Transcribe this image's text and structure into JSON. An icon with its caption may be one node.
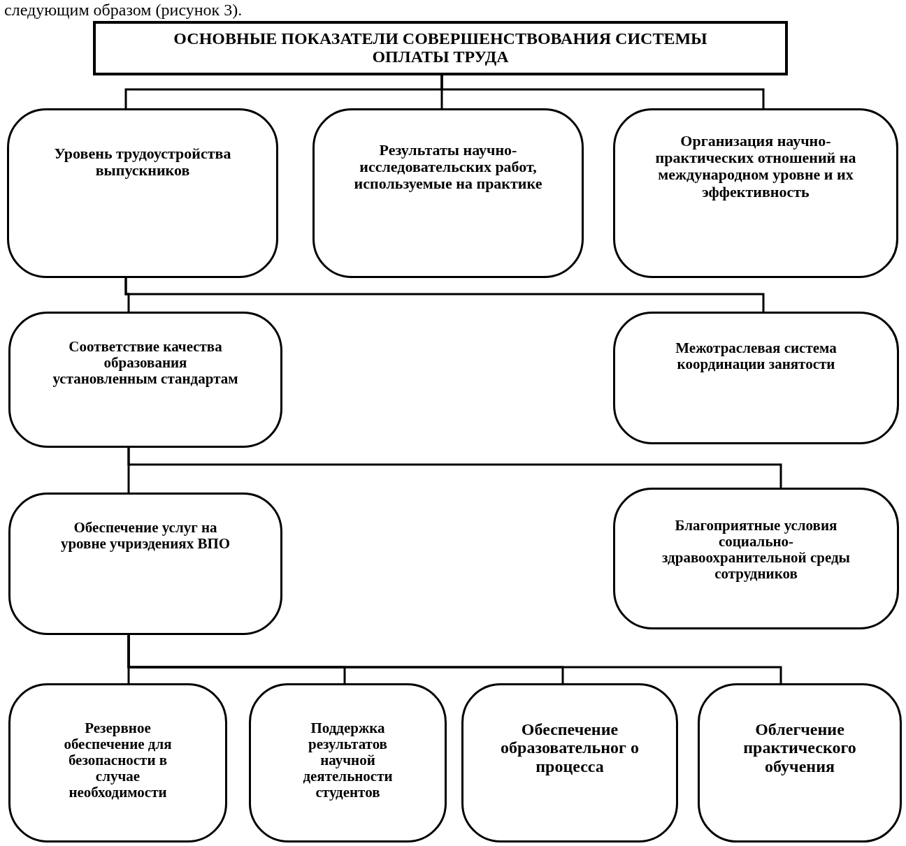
{
  "diagram": {
    "nodes": [
      {
        "text": [
          "ОСНОВНЫЕ ПОКАЗАТЕЛИ СОВЕРШЕНСТВОВАНИЯ СИСТЕМЫ ОПЛАТЫ ТРУДА"
        ]
      },
      {
        "text": [
          "Уровень трудоустройства выпускников"
        ]
      },
      {
        "text": [
          "Результаты научно-исследовательских работ, используемые на практике"
        ]
      },
      {
        "text": [
          "Организация научно-практических отношений на международном уровне и их эффективность"
        ]
      },
      {
        "text": [
          "Соответствие качества образования установленным стандартам"
        ]
      },
      {
        "text": [
          "Межотраслевая система координации занятости"
        ]
      },
      {
        "text": [
          "Обеспечение услуг на уровне учриэдениях ВПО"
        ]
      },
      {
        "text": [
          "Благоприятные условия социально-здравоохранительной среды сотрудников"
        ]
      },
      {
        "text": [
          "Резервное обеспечение для безопасности в случае необходимости"
        ]
      },
      {
        "text": [
          "Поддержка результатов научной деятельности студентов"
        ]
      },
      {
        "text": [
          "Обеспечение образовательног о процесса"
        ]
      },
      {
        "text": [
          "Облегчение практического обучения"
        ]
      }
    ],
    "edges": [
      {
        "from": 0,
        "to": 1,
        "arrow": "none"
      },
      {
        "from": 0,
        "to": 2,
        "arrow": "none"
      },
      {
        "from": 0,
        "to": 3,
        "arrow": "none"
      },
      {
        "from": 1,
        "to": 4,
        "arrow": "none"
      },
      {
        "from": 1,
        "to": 5,
        "arrow": "none"
      },
      {
        "from": 4,
        "to": 6,
        "arrow": "none"
      },
      {
        "from": 4,
        "to": 7,
        "arrow": "none"
      },
      {
        "from": 6,
        "to": 8,
        "arrow": "none"
      },
      {
        "from": 6,
        "to": 9,
        "arrow": "none"
      },
      {
        "from": 6,
        "to": 10,
        "arrow": "none"
      },
      {
        "from": 6,
        "to": 11,
        "arrow": "none"
      }
    ],
    "labels": [
      "следующим образом (рисунок 3)."
    ]
  }
}
